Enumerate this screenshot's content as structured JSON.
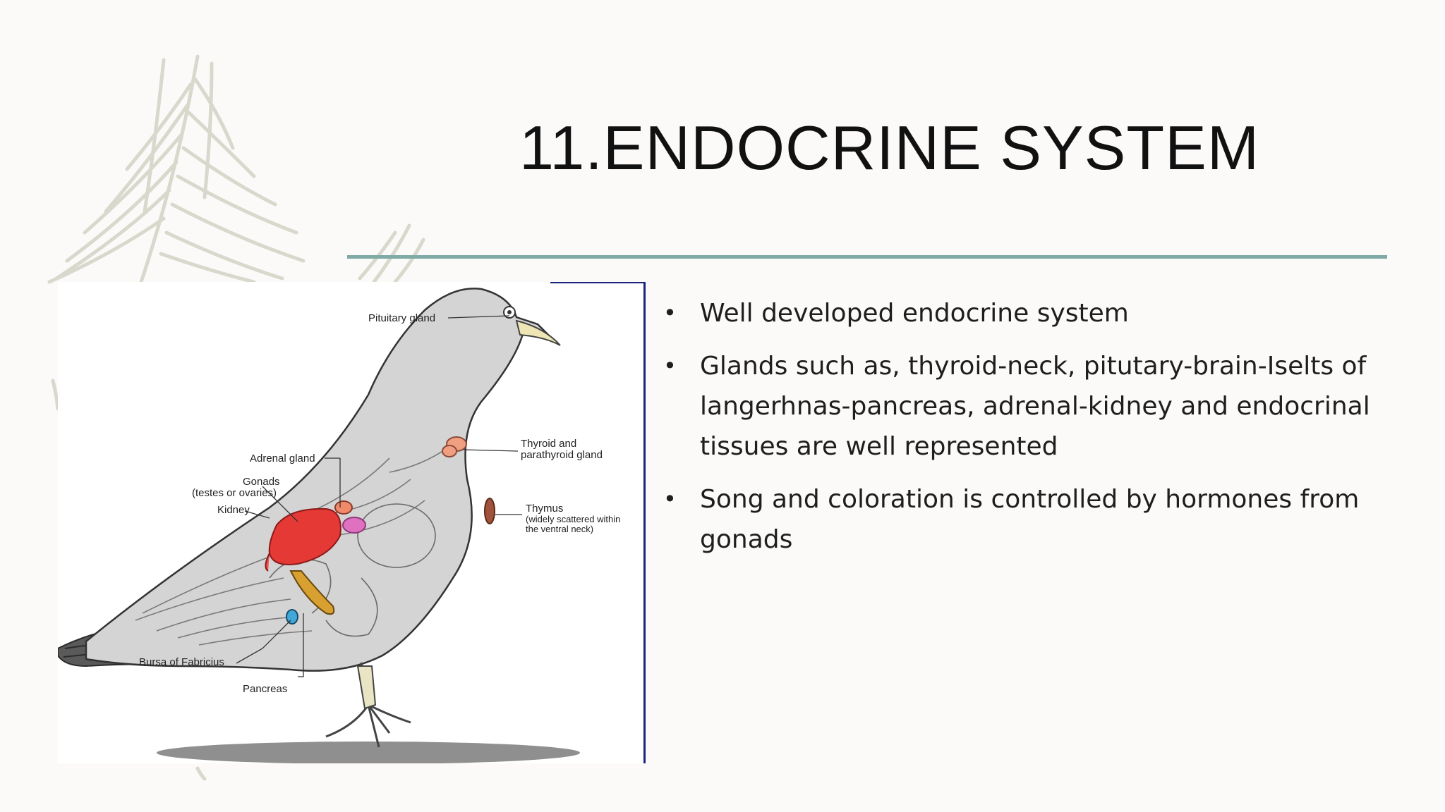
{
  "slide": {
    "title": "11.ENDOCRINE SYSTEM",
    "accent_rule_color": "#7faaa6",
    "diagram_border_color": "#1a237e"
  },
  "diagram": {
    "labels": {
      "pituitary": "Pituitary gland",
      "thyroid_1": "Thyroid and",
      "thyroid_2": "parathyroid gland",
      "adrenal": "Adrenal gland",
      "gonads_1": "Gonads",
      "gonads_2": "(testes or ovaries)",
      "kidney": "Kidney",
      "thymus_1": "Thymus",
      "thymus_2": "(widely scattered within",
      "thymus_3": "the ventral neck)",
      "bursa": "Bursa of Fabricius",
      "pancreas": "Pancreas"
    }
  },
  "bullets": [
    "Well developed endocrine system",
    "Glands such as, thyroid-neck, pitutary-brain-Iselts of langerhnas-pancreas, adrenal-kidney and endocrinal tissues are well represented",
    "Song and coloration is controlled by hormones from gonads"
  ],
  "icons": {
    "bullet": "bullet-dot"
  }
}
